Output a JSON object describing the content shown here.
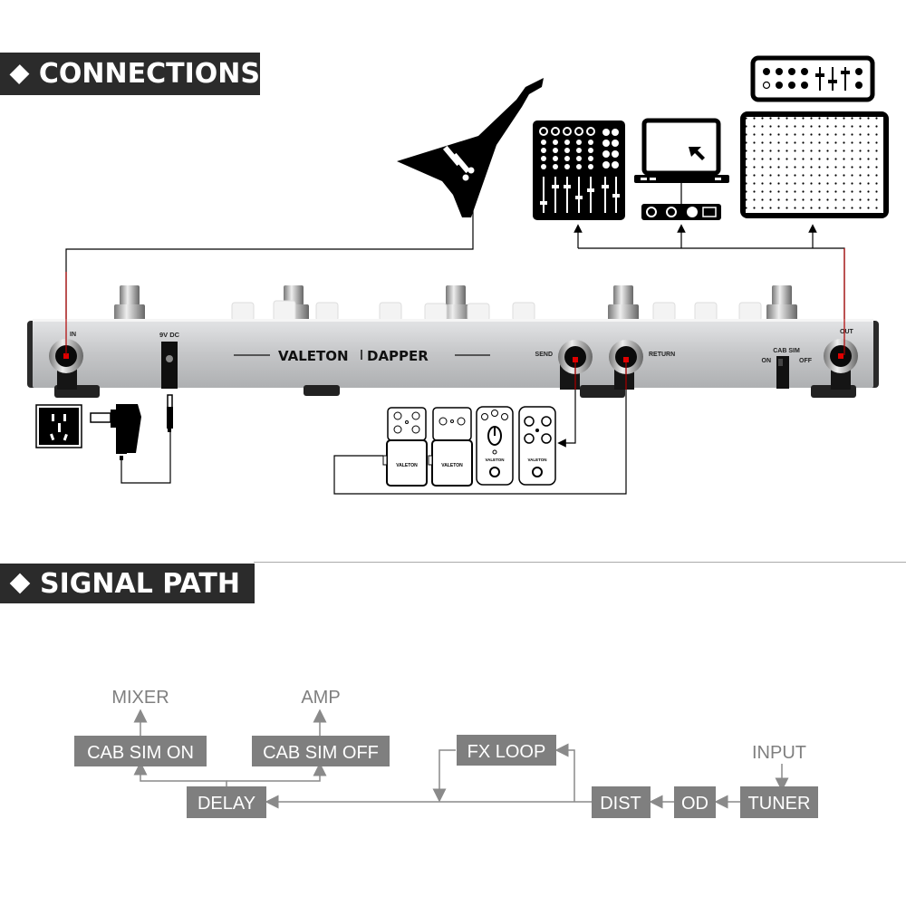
{
  "sections": {
    "connections": {
      "title": "CONNECTIONS",
      "icon": "diamond-icon"
    },
    "signal_path": {
      "title": "SIGNAL PATH",
      "icon": "diamond-icon"
    }
  },
  "device": {
    "brand": "VALETON",
    "model": "DAPPER",
    "ports": {
      "input": "IN",
      "power": "9V DC",
      "send": "SEND",
      "return": "RETURN",
      "cab_sim": "CAB SIM",
      "cab_sim_on": "ON",
      "cab_sim_off": "OFF",
      "output": "OUT"
    }
  },
  "connections": {
    "guitar": "guitar-icon",
    "destinations": [
      "mixer-icon",
      "laptop-audio-interface-icon",
      "amp-head-cabinet-icon"
    ],
    "power": [
      "wall-outlet-icon",
      "power-adapter-icon"
    ],
    "fx_loop_pedals": [
      "VALETON",
      "VALETON",
      "VALETON",
      "VALETON"
    ]
  },
  "signal_path": {
    "nodes": {
      "input": "INPUT",
      "tuner": "TUNER",
      "od": "OD",
      "dist": "DIST",
      "fx_loop": "FX LOOP",
      "delay": "DELAY",
      "cab_sim_on": "CAB SIM ON",
      "cab_sim_off": "CAB SIM OFF",
      "mixer": "MIXER",
      "amp": "AMP"
    },
    "colors": {
      "box": "#7f7f7f",
      "text_on_box": "#ffffff",
      "label": "#7f7f7f",
      "line": "#8a8a8a"
    }
  },
  "colors": {
    "header_bg": "#2b2b2b",
    "jack_marker": "#e00000",
    "chassis": "#c8c9cb"
  }
}
